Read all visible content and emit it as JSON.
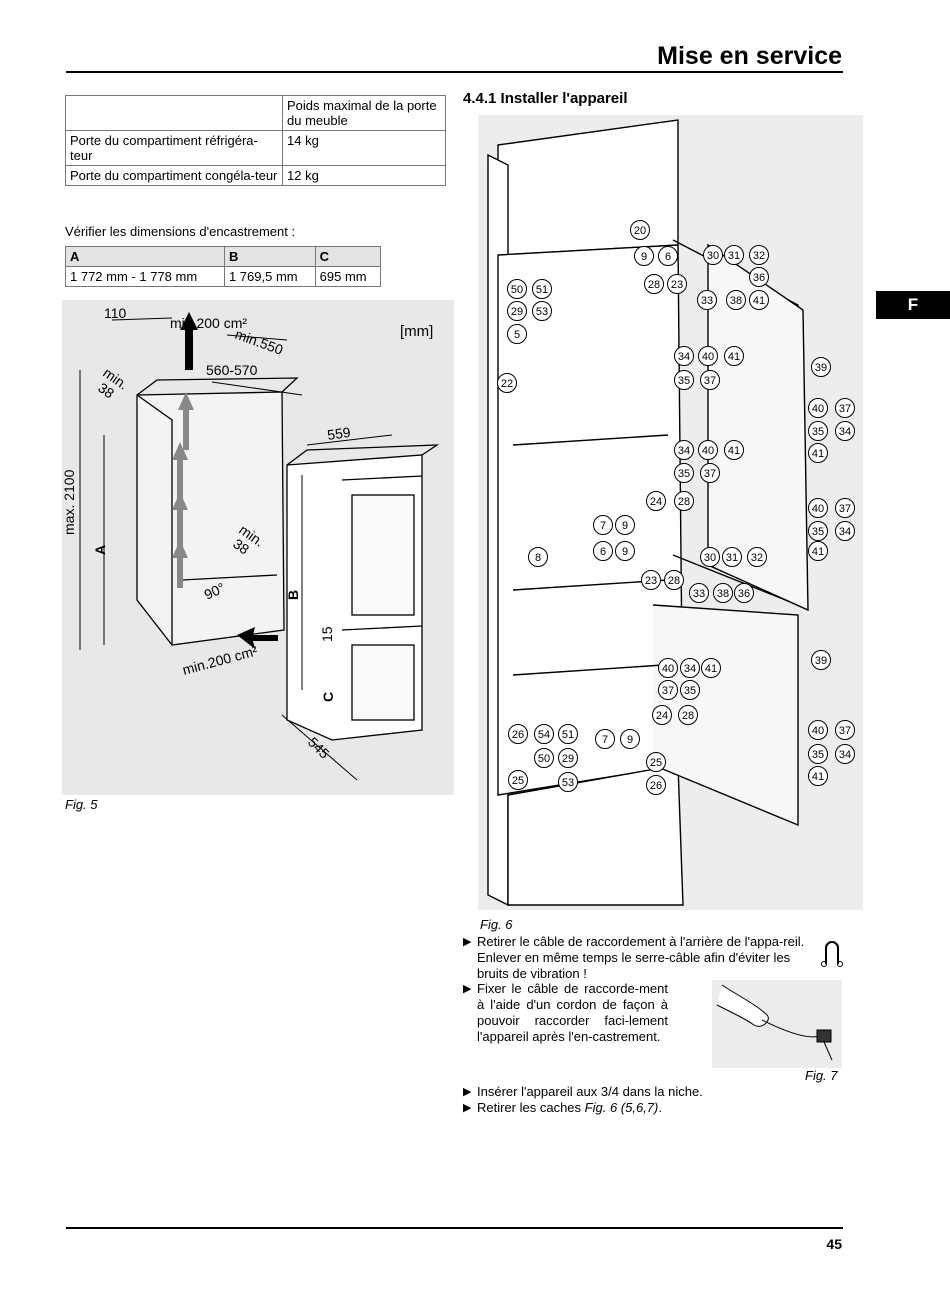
{
  "header": {
    "title": "Mise en service"
  },
  "side_tab": {
    "label": "F"
  },
  "weight_table": {
    "header": [
      "",
      "Poids maximal de la porte du meuble"
    ],
    "rows": [
      [
        "Porte du compartiment réfrigéra-teur",
        "14 kg"
      ],
      [
        "Porte du compartiment congéla-teur",
        "12 kg"
      ]
    ]
  },
  "dim_note": "Vérifier les dimensions d'encastrement :",
  "dim_table": {
    "header": [
      "A",
      "B",
      "C"
    ],
    "values": [
      "1 772 mm - 1 778 mm",
      "1 769,5 mm",
      "695 mm"
    ]
  },
  "fig5": {
    "caption": "Fig. 5",
    "labels": {
      "w110": "110",
      "air_top": "min.200 cm²",
      "unit": "[mm]",
      "min550": "min.550",
      "w560": "560-570",
      "min38a": "min.",
      "min38b": "38",
      "max2100": "max. 2100",
      "A": "A",
      "B": "B",
      "C": "C",
      "d559": "559",
      "min38c": "min.",
      "min38d": "38",
      "deg90": "90°",
      "air_bottom": "min.200 cm²",
      "d15": "15",
      "d545": "545"
    }
  },
  "section": {
    "heading": "4.4.1 Installer l'appareil"
  },
  "fig6": {
    "caption": "Fig. 6",
    "callouts": [
      {
        "n": "20"
      },
      {
        "n": "9"
      },
      {
        "n": "6"
      },
      {
        "n": "30"
      },
      {
        "n": "31"
      },
      {
        "n": "32"
      },
      {
        "n": "36"
      },
      {
        "n": "28"
      },
      {
        "n": "23"
      },
      {
        "n": "33"
      },
      {
        "n": "38"
      },
      {
        "n": "41"
      },
      {
        "n": "50"
      },
      {
        "n": "51"
      },
      {
        "n": "29"
      },
      {
        "n": "53"
      },
      {
        "n": "5"
      },
      {
        "n": "22"
      },
      {
        "n": "34"
      },
      {
        "n": "40"
      },
      {
        "n": "41"
      },
      {
        "n": "35"
      },
      {
        "n": "37"
      },
      {
        "n": "39"
      },
      {
        "n": "40"
      },
      {
        "n": "37"
      },
      {
        "n": "35"
      },
      {
        "n": "34"
      },
      {
        "n": "41"
      },
      {
        "n": "34"
      },
      {
        "n": "40"
      },
      {
        "n": "41"
      },
      {
        "n": "35"
      },
      {
        "n": "37"
      },
      {
        "n": "24"
      },
      {
        "n": "28"
      },
      {
        "n": "7"
      },
      {
        "n": "9"
      },
      {
        "n": "6"
      },
      {
        "n": "9"
      },
      {
        "n": "8"
      },
      {
        "n": "30"
      },
      {
        "n": "31"
      },
      {
        "n": "32"
      },
      {
        "n": "23"
      },
      {
        "n": "28"
      },
      {
        "n": "33"
      },
      {
        "n": "38"
      },
      {
        "n": "36"
      },
      {
        "n": "40"
      },
      {
        "n": "37"
      },
      {
        "n": "35"
      },
      {
        "n": "34"
      },
      {
        "n": "41"
      },
      {
        "n": "39"
      },
      {
        "n": "40"
      },
      {
        "n": "34"
      },
      {
        "n": "41"
      },
      {
        "n": "37"
      },
      {
        "n": "35"
      },
      {
        "n": "24"
      },
      {
        "n": "28"
      },
      {
        "n": "26"
      },
      {
        "n": "54"
      },
      {
        "n": "51"
      },
      {
        "n": "50"
      },
      {
        "n": "29"
      },
      {
        "n": "25"
      },
      {
        "n": "53"
      },
      {
        "n": "7"
      },
      {
        "n": "9"
      },
      {
        "n": "25"
      },
      {
        "n": "26"
      },
      {
        "n": "40"
      },
      {
        "n": "37"
      },
      {
        "n": "35"
      },
      {
        "n": "34"
      },
      {
        "n": "41"
      }
    ]
  },
  "instructions": {
    "step1": "Retirer le câble de raccordement à l'arrière de l'appa-reil. Enlever en même temps le serre-câble afin d'éviter les bruits de vibration !",
    "step2": "Fixer le câble de raccorde-ment à l'aide d'un cordon de façon à pouvoir raccorder faci-lement l'appareil après l'en-castrement.",
    "fig7_caption": "Fig. 7",
    "step3": "Insérer l'appareil aux 3/4 dans la niche.",
    "step4_text": "Retirer les caches ",
    "step4_ref": "Fig. 6 (5,6,7)",
    "step4_end": "."
  },
  "footer": {
    "page_number": "45"
  }
}
